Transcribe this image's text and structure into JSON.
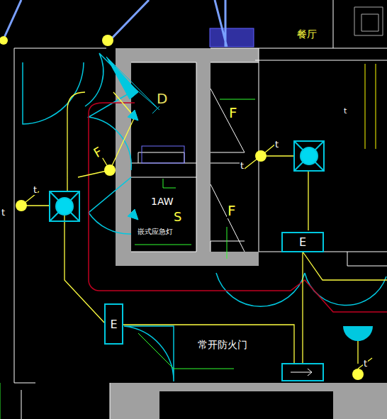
{
  "diagram": {
    "nodes": [
      {
        "text": [
          "E"
        ]
      },
      {
        "text": [
          "E"
        ]
      }
    ],
    "labels": [
      "餐厅",
      "D",
      "F",
      "F",
      "F",
      "1AW",
      "S",
      "嵌式应急灯",
      "t",
      "t",
      "t",
      "t",
      "t",
      "t",
      "常开防火门"
    ]
  }
}
